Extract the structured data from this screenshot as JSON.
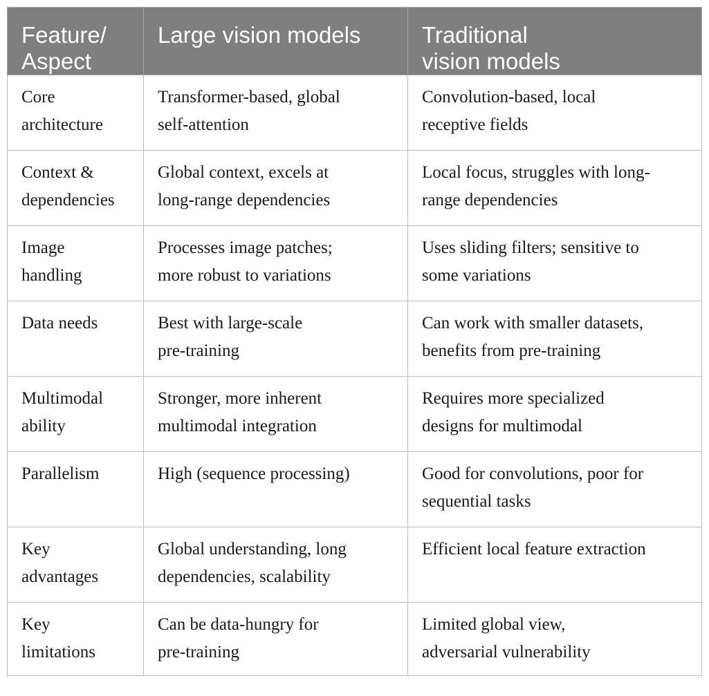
{
  "table": {
    "headers": [
      "Feature/\nAspect",
      "Large vision models",
      "Traditional\nvision models"
    ],
    "rows": [
      [
        "Core\narchitecture",
        "Transformer-based, global\nself-attention",
        "Convolution-based, local\nreceptive fields"
      ],
      [
        "Context &\ndependencies",
        "Global context, excels at\nlong-range dependencies",
        "Local focus, struggles with long-\nrange dependencies"
      ],
      [
        "Image\nhandling",
        "Processes image patches;\nmore robust to variations",
        "Uses sliding filters; sensitive to\nsome variations"
      ],
      [
        "Data needs",
        "Best with large-scale\npre-training",
        "Can work with smaller datasets,\nbenefits from pre-training"
      ],
      [
        "Multimodal\nability",
        "Stronger, more inherent\nmultimodal integration",
        "Requires more specialized\ndesigns for multimodal"
      ],
      [
        "Parallelism",
        "High (sequence processing)",
        "Good for convolutions, poor for\nsequential tasks"
      ],
      [
        "Key\nadvantages",
        "Global understanding, long\ndependencies, scalability",
        "Efficient local feature extraction"
      ],
      [
        "Key\nlimitations",
        "Can be data-hungry for\npre-training",
        "Limited global view,\nadversarial vulnerability"
      ]
    ]
  }
}
